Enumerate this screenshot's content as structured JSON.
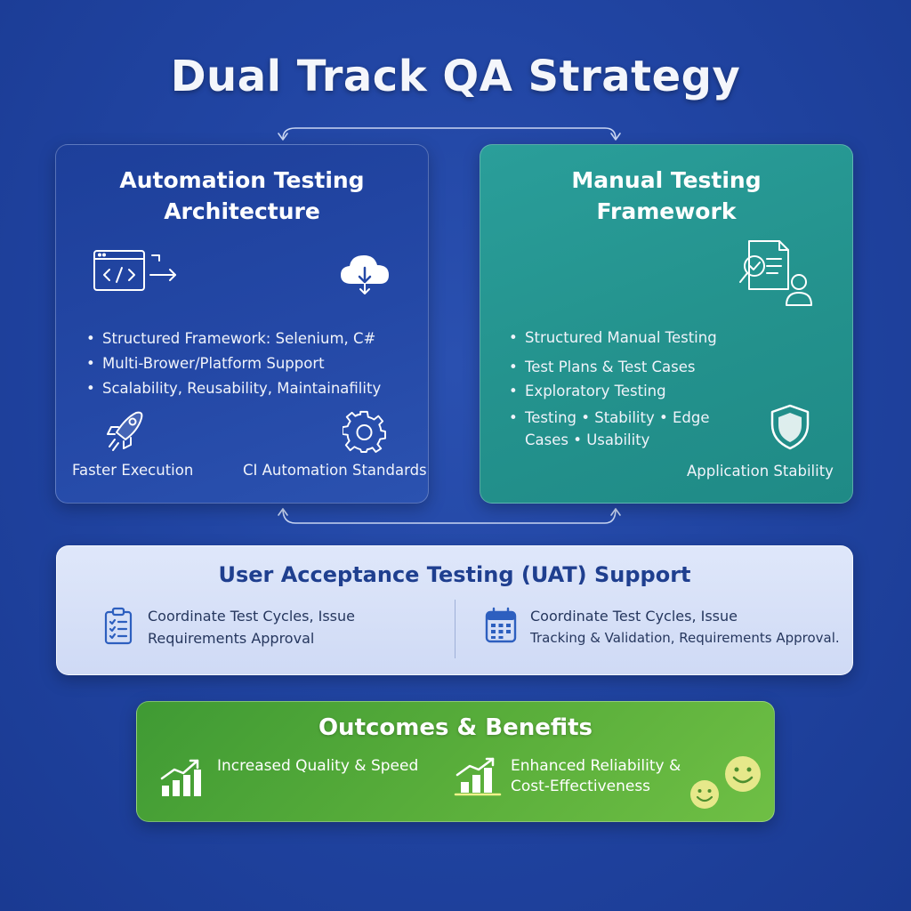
{
  "title": "Dual Track QA Strategy",
  "automation": {
    "title_line1": "Automation Testing",
    "title_line2": "Architecture",
    "bullets": [
      "Structured Framework: Selenium, C#",
      "Multi-Brower/Platform Support",
      "Scalability, Reusability, Maintainafility"
    ],
    "features": [
      {
        "label": "Faster Execution",
        "icon": "rocket-icon"
      },
      {
        "label": "CI Automation Standards",
        "icon": "gear-icon"
      }
    ],
    "icons": [
      "code-window-icon",
      "cloud-download-icon"
    ]
  },
  "manual": {
    "title_line1": "Manual Testing",
    "title_line2": "Framework",
    "bullets": [
      "Structured Manual Testing",
      "Test Plans & Test Cases",
      "Exploratory Testing"
    ],
    "bullet_wrap_line1": "Testing • Stability • Edge",
    "bullet_wrap_line2": "Cases • Usability",
    "feature": {
      "label": "Application Stability",
      "icon": "shield-icon"
    },
    "icons": [
      "document-search-user-icon"
    ]
  },
  "uat": {
    "title": "User Acceptance Testing (UAT) Support",
    "left_line1": "Coordinate Test Cycles, Issue",
    "left_line2": "Requirements Approval",
    "right_line1": "Coordinate Test Cycles, Issue",
    "right_line2": "Tracking & Validation, Requirements Approval.",
    "icons": [
      "clipboard-checklist-icon",
      "calendar-icon"
    ]
  },
  "outcomes": {
    "title": "Outcomes & Benefits",
    "left_label": "Increased Quality & Speed",
    "right_line1": "Enhanced  Reliability &",
    "right_line2": "Cost-Effectiveness",
    "icons": [
      "bar-chart-up-icon",
      "smiley-icon"
    ]
  },
  "colors": {
    "background": "#2145a3",
    "automation_card": "#2448a6",
    "manual_card": "#24938e",
    "uat_card": "#d6e0f7",
    "uat_title": "#1f3f8f",
    "outcomes_card": "#58ad3a",
    "smiley": "#e6e88a"
  }
}
